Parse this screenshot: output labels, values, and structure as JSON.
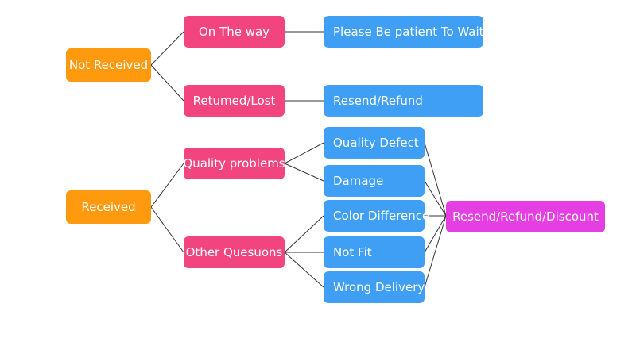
{
  "diagram": {
    "roots": {
      "not_received": "Not Received",
      "received": "Received"
    },
    "middle": {
      "on_the_way": "On The way",
      "returned_lost": "Retumed/Lost",
      "quality_problems": "Quality problems",
      "other_questions": "Other Quesuons"
    },
    "outcomes": {
      "patient_wait": "Please Be patient To Wait",
      "resend_refund": "Resend/Refund",
      "quality_defect": "Quality Defect",
      "damage": "Damage",
      "color_difference": "Color Difference",
      "not_fit": "Not Fit",
      "wrong_delivery": "Wrong Delivery"
    },
    "final": "Resend/Refund/Discount"
  }
}
